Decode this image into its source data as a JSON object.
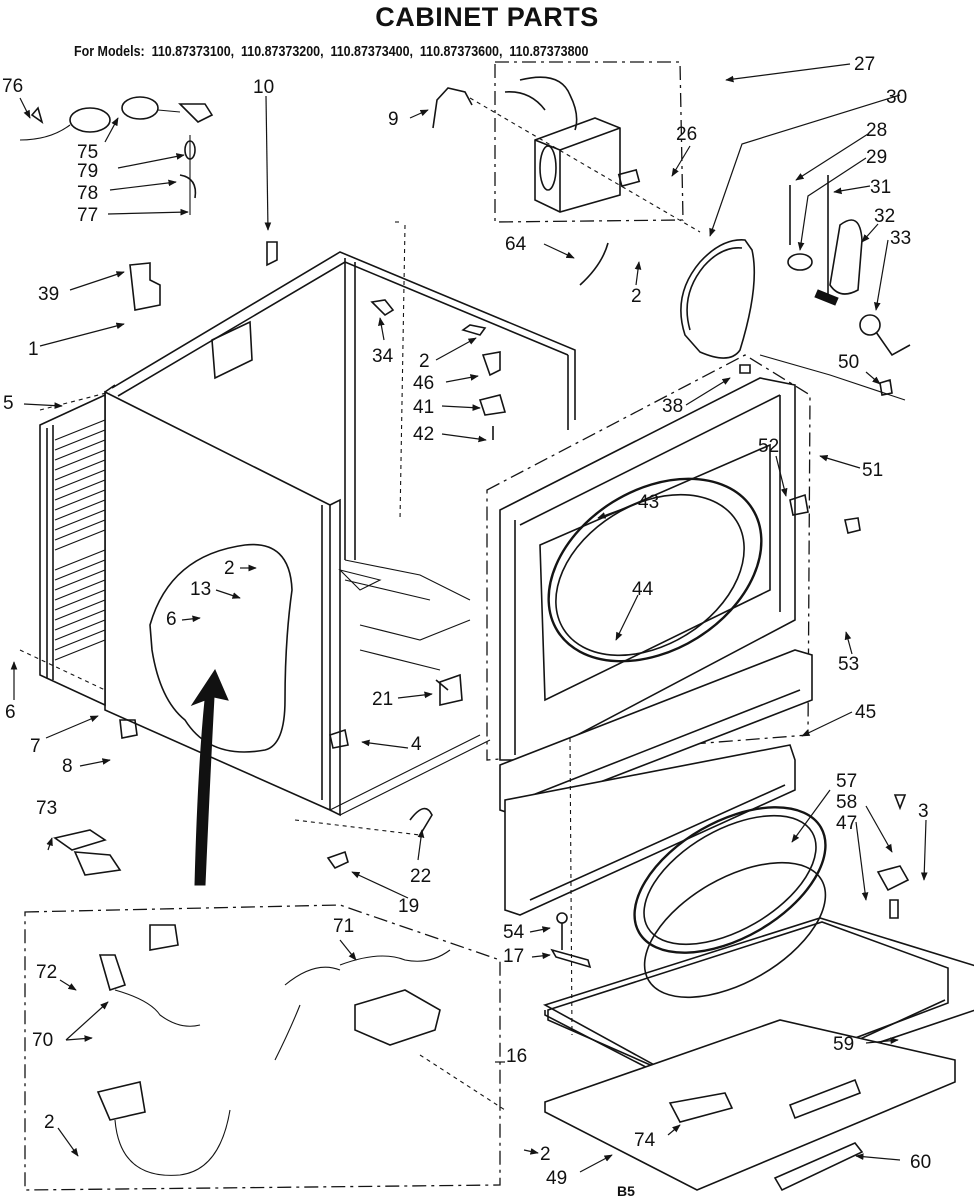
{
  "header": {
    "title": "CABINET PARTS",
    "models_prefix": "For Models:",
    "models": [
      "110.87373100,",
      "110.87373200,",
      "110.87373400,",
      "110.87373600,",
      "110.87373800"
    ]
  },
  "diagram": {
    "type": "exploded-parts-diagram",
    "page_code": "B5",
    "callouts": [
      {
        "id": "c76",
        "label": "76",
        "part": "power-cord-plug"
      },
      {
        "id": "c75",
        "label": "75",
        "part": "power-cord"
      },
      {
        "id": "c79",
        "label": "79",
        "part": "screw"
      },
      {
        "id": "c78",
        "label": "78",
        "part": "strain-relief-clamp"
      },
      {
        "id": "c77",
        "label": "77",
        "part": "nut"
      },
      {
        "id": "c10",
        "label": "10",
        "part": "clip"
      },
      {
        "id": "c39",
        "label": "39",
        "part": "screw"
      },
      {
        "id": "c1",
        "label": "1",
        "part": "terminal-block-cover"
      },
      {
        "id": "c5",
        "label": "5",
        "part": "back-panel"
      },
      {
        "id": "c6a",
        "label": "6",
        "part": "screw"
      },
      {
        "id": "c7",
        "label": "7",
        "part": "cabinet"
      },
      {
        "id": "c8",
        "label": "8",
        "part": "leveling-leg"
      },
      {
        "id": "c73",
        "label": "73",
        "part": "literature-bag"
      },
      {
        "id": "c2a",
        "label": "2",
        "part": "screw"
      },
      {
        "id": "c13",
        "label": "13",
        "part": "ground-strap"
      },
      {
        "id": "c6b",
        "label": "6",
        "part": "screw"
      },
      {
        "id": "c9",
        "label": "9",
        "part": "bracket"
      },
      {
        "id": "c27",
        "label": "27",
        "part": "motor-assembly"
      },
      {
        "id": "c26",
        "label": "26",
        "part": "motor-switch"
      },
      {
        "id": "c30",
        "label": "30",
        "part": "drum-belt"
      },
      {
        "id": "c28",
        "label": "28",
        "part": "spring"
      },
      {
        "id": "c29",
        "label": "29",
        "part": "idler-pulley"
      },
      {
        "id": "c31",
        "label": "31",
        "part": "screw"
      },
      {
        "id": "c32",
        "label": "32",
        "part": "idler-bracket"
      },
      {
        "id": "c33",
        "label": "33",
        "part": "blower-wheel"
      },
      {
        "id": "c64",
        "label": "64",
        "part": "ground-wire"
      },
      {
        "id": "c2b",
        "label": "2",
        "part": "screw"
      },
      {
        "id": "c34",
        "label": "34",
        "part": "clip"
      },
      {
        "id": "c2c",
        "label": "2",
        "part": "screw"
      },
      {
        "id": "c46",
        "label": "46",
        "part": "bracket"
      },
      {
        "id": "c41",
        "label": "41",
        "part": "door-switch"
      },
      {
        "id": "c42",
        "label": "42",
        "part": "screw"
      },
      {
        "id": "c38",
        "label": "38",
        "part": "clip"
      },
      {
        "id": "c50",
        "label": "50",
        "part": "clip"
      },
      {
        "id": "c51",
        "label": "51",
        "part": "front-panel-assembly"
      },
      {
        "id": "c52",
        "label": "52",
        "part": "door-catch"
      },
      {
        "id": "c43",
        "label": "43",
        "part": "door-switch-actuator"
      },
      {
        "id": "c44",
        "label": "44",
        "part": "drum-seal"
      },
      {
        "id": "c53",
        "label": "53",
        "part": "screw"
      },
      {
        "id": "c45",
        "label": "45",
        "part": "toe-panel"
      },
      {
        "id": "c21",
        "label": "21",
        "part": "bracket"
      },
      {
        "id": "c4",
        "label": "4",
        "part": "clip"
      },
      {
        "id": "c22",
        "label": "22",
        "part": "spring"
      },
      {
        "id": "c19",
        "label": "19",
        "part": "clip"
      },
      {
        "id": "c71",
        "label": "71",
        "part": "wire-harness"
      },
      {
        "id": "c72",
        "label": "72",
        "part": "screw"
      },
      {
        "id": "c70",
        "label": "70",
        "part": "terminal-block"
      },
      {
        "id": "c2d",
        "label": "2",
        "part": "screw"
      },
      {
        "id": "c16",
        "label": "16",
        "part": "wiring-harness-assembly"
      },
      {
        "id": "c2e",
        "label": "2",
        "part": "screw"
      },
      {
        "id": "c49",
        "label": "49",
        "part": "door-outer-panel"
      },
      {
        "id": "c54",
        "label": "54",
        "part": "screw"
      },
      {
        "id": "c17",
        "label": "17",
        "part": "hinge"
      },
      {
        "id": "c57",
        "label": "57",
        "part": "door-seal"
      },
      {
        "id": "c58",
        "label": "58",
        "part": "door-strike"
      },
      {
        "id": "c47",
        "label": "47",
        "part": "door-inner-panel"
      },
      {
        "id": "c3",
        "label": "3",
        "part": "screw"
      },
      {
        "id": "c59",
        "label": "59",
        "part": "door-stop"
      },
      {
        "id": "c74",
        "label": "74",
        "part": "spacer"
      },
      {
        "id": "c60",
        "label": "60",
        "part": "door-handle"
      }
    ]
  }
}
